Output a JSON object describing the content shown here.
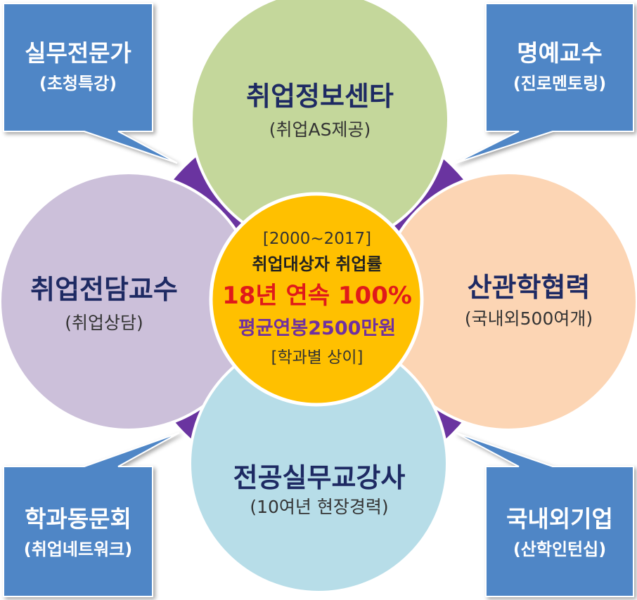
{
  "center": {
    "years": "[2000~2017]",
    "line1": "취업대상자 취업률",
    "highlight": "18년 연속 100%",
    "salary": "평균연봉2500만원",
    "note": "[학과별 상이]"
  },
  "petals": {
    "top": {
      "title": "취업정보센타",
      "sub": "(취업AS제공)"
    },
    "left": {
      "title": "취업전담교수",
      "sub": "(취업상담)"
    },
    "right": {
      "title": "산관학협력",
      "sub": "(국내외500여개)"
    },
    "bottom": {
      "title": "전공실무교강사",
      "sub": "(10여년 현장경력)"
    }
  },
  "callouts": {
    "top_left": {
      "title": "실무전문가",
      "sub": "(초청특강)"
    },
    "top_right": {
      "title": "명예교수",
      "sub": "(진로멘토링)"
    },
    "bottom_left": {
      "title": "학과동문회",
      "sub": "(취업네트워크)"
    },
    "bottom_right": {
      "title": "국내외기업",
      "sub": "(산학인턴십)"
    }
  },
  "colors": {
    "ring": "#6a34a0",
    "center": "#ffc000",
    "top_petal": "#c4d79b",
    "left_petal": "#ccc0da",
    "right_petal": "#fcd5b4",
    "bottom_petal": "#b7dde8",
    "callout": "#4f86c6",
    "highlight_text": "#e01a1a",
    "salary_text": "#7030a0"
  }
}
